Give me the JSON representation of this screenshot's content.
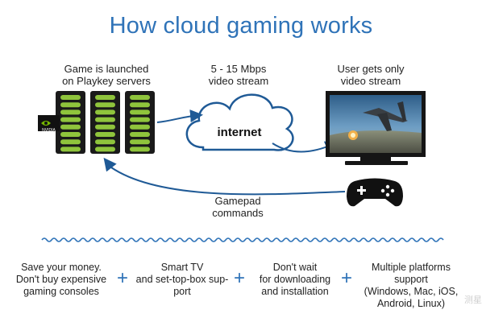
{
  "title": "How cloud gaming works",
  "servers_label": "Game is launched\non Playkey servers",
  "stream_label": "5 - 15 Mbps\nvideo stream",
  "user_label": "User gets only\nvideo stream",
  "cloud_label": "internet",
  "gamepad_label": "Gamepad\ncommands",
  "gpu_badge": "NVIDIA",
  "benefits": [
    {
      "text": "Save your money.\nDon't buy expensive\ngaming consoles"
    },
    {
      "text": "Smart TV\nand set-top-box sup-\nport"
    },
    {
      "text": "Don't wait\nfor downloading\nand installation"
    },
    {
      "text": "Multiple platforms\nsupport\n(Windows, Mac, iOS,\nAndroid, Linux)"
    }
  ],
  "separator": "+",
  "watermark": "测星",
  "colors": {
    "accent": "#2f73b8",
    "arrow": "#1f5a96",
    "server_green": "#8fc43c",
    "screen_sky": "#3f78a8"
  }
}
